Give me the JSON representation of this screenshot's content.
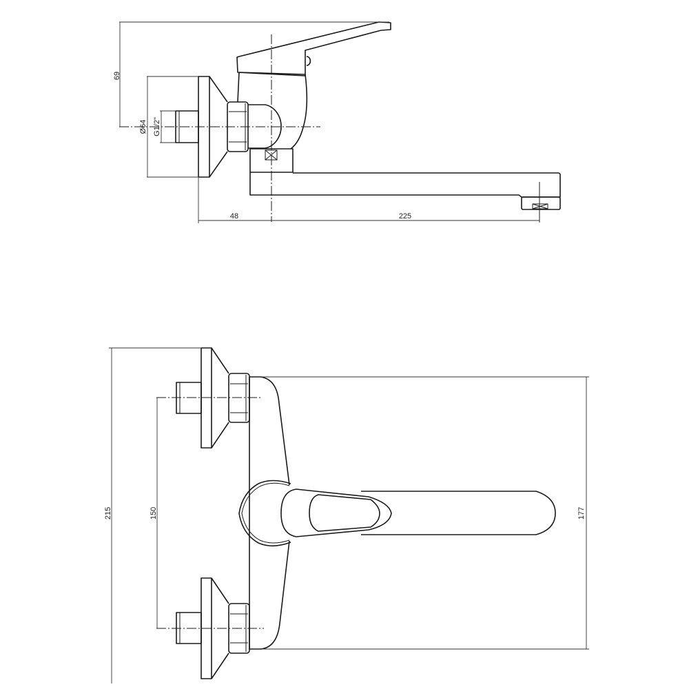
{
  "side_view": {
    "dim_height_above_axis": "69",
    "dim_flange_diameter": "Ø64",
    "dim_thread": "G1/2\"",
    "dim_wall_to_axis": "48",
    "dim_spout_reach": "225"
  },
  "front_view": {
    "dim_total_height": "215",
    "dim_inlet_spacing": "150",
    "dim_body_height": "177"
  },
  "colors": {
    "line": "#1a1a1a",
    "background": "#ffffff"
  }
}
